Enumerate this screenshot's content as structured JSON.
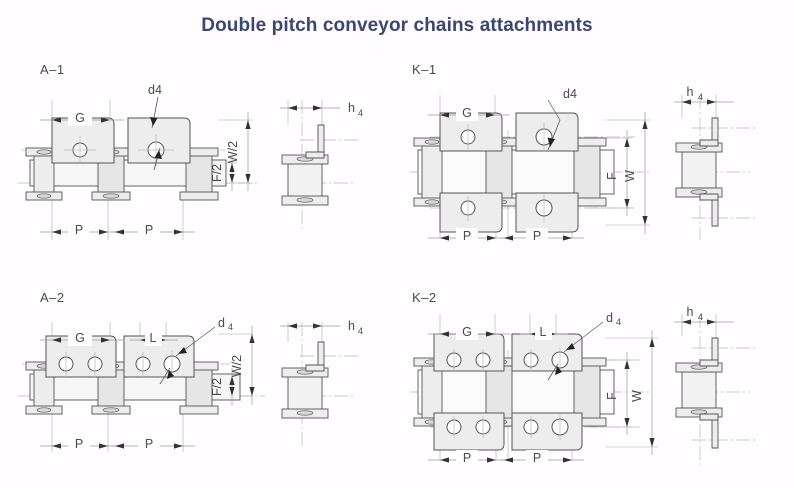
{
  "title": "Double pitch conveyor chains attachments",
  "title_color": "#3b4771",
  "background_color": "#fffdff",
  "drawing": {
    "line_color": "#555555",
    "fill_color": "#ededed",
    "fill_color_dark": "#e0e0e0",
    "dim_line_color": "#9a9aa0",
    "center_line_color": "#b9b9bf"
  },
  "panels": [
    {
      "id": "a-1",
      "label": "A–1",
      "type": "single-sided attachment, one hole per plate",
      "dimensions": {
        "g": "G",
        "hole": "d4",
        "hole_sub": "",
        "f_half": "F/2",
        "w_half": "W/2",
        "pitch_1": "P",
        "pitch_2": "P",
        "side_h4": "h",
        "side_h4_sub": "4"
      }
    },
    {
      "id": "k-1",
      "label": "K–1",
      "type": "double-sided attachment, one hole per plate",
      "dimensions": {
        "g": "G",
        "hole": "d4",
        "f": "F",
        "w": "W",
        "pitch_1": "P",
        "pitch_2": "P",
        "side_h4": "h",
        "side_h4_sub": "4"
      }
    },
    {
      "id": "a-2",
      "label": "A–2",
      "type": "single-sided attachment, two holes per plate",
      "dimensions": {
        "g": "G",
        "l": "L",
        "hole": "d",
        "hole_sub": "4",
        "f_half": "F/2",
        "w_half": "W/2",
        "pitch_1": "P",
        "pitch_2": "P",
        "side_h4": "h",
        "side_h4_sub": "4"
      }
    },
    {
      "id": "k-2",
      "label": "K–2",
      "type": "double-sided attachment, two holes per plate",
      "dimensions": {
        "g": "G",
        "l": "L",
        "hole": "d",
        "hole_sub": "4",
        "f": "F",
        "w": "W",
        "pitch_1": "P",
        "pitch_2": "P",
        "side_h4": "h",
        "side_h4_sub": "4"
      }
    }
  ]
}
